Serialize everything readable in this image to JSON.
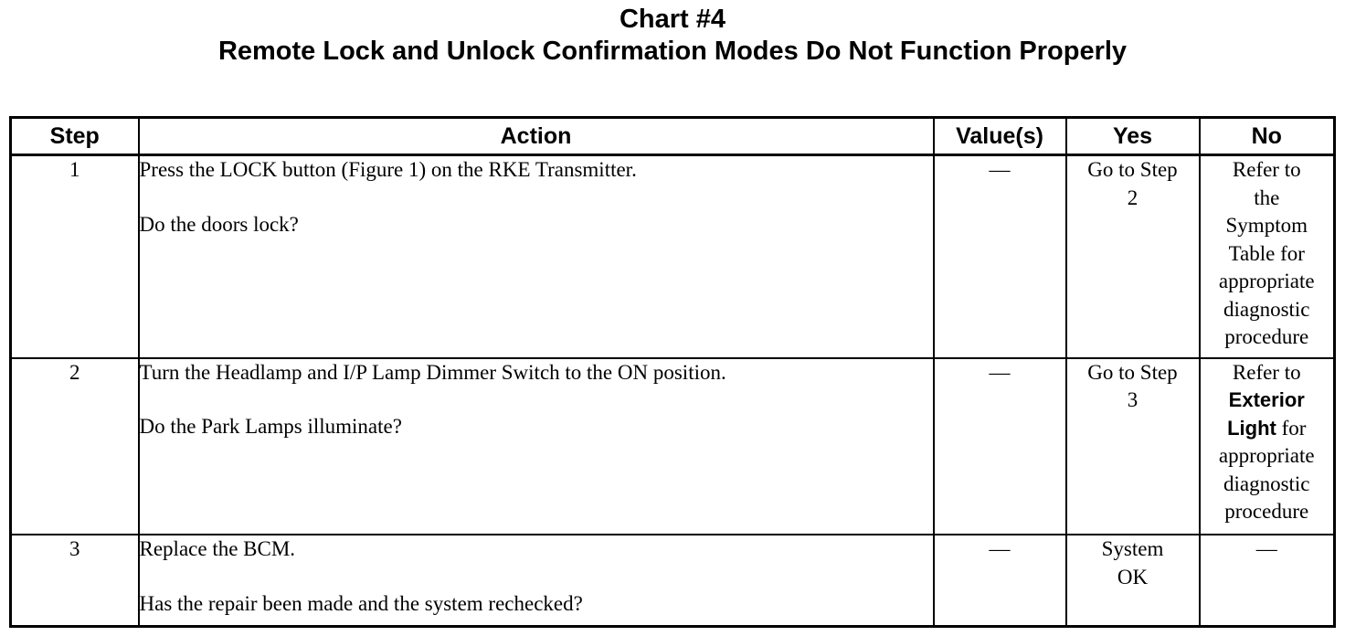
{
  "title": "Chart #4",
  "subtitle": "Remote Lock and Unlock Confirmation Modes Do Not Function Properly",
  "table": {
    "headers": {
      "step": "Step",
      "action": "Action",
      "values": "Value(s)",
      "yes": "Yes",
      "no": "No"
    },
    "rows": [
      {
        "step": "1",
        "action": "Press the LOCK button (Figure 1) on the RKE Transmitter.",
        "question": "Do the doors lock?",
        "value": "—",
        "yes_line1": "Go to Step",
        "yes_line2": "2",
        "no_lines": [
          "Refer to",
          "the",
          "Symptom",
          "Table for",
          "appropriate",
          "diagnostic",
          "procedure"
        ]
      },
      {
        "step": "2",
        "action": "Turn the Headlamp and I/P Lamp Dimmer Switch to the ON position.",
        "question": "Do the Park Lamps illuminate?",
        "value": "—",
        "yes_line1": "Go to Step",
        "yes_line2": "3",
        "no_line1": "Refer to",
        "no_bold1": "Exterior",
        "no_bold2": "Light",
        "no_after_bold": " for",
        "no_line4": "appropriate",
        "no_line5": "diagnostic",
        "no_line6": "procedure"
      },
      {
        "step": "3",
        "action": "Replace the BCM.",
        "question": "Has the repair been made and the system rechecked?",
        "value": "—",
        "yes_line1": "System",
        "yes_line2": "OK",
        "no": "—"
      }
    ]
  }
}
